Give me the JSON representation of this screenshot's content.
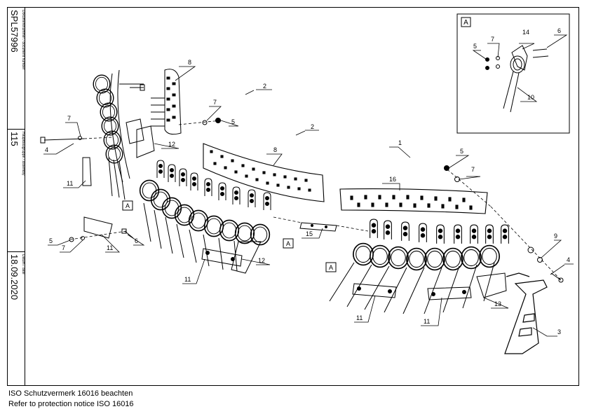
{
  "side_panel": {
    "doc_label": "Dokumentnummer / document number",
    "doc_value": "SPL57996",
    "assembly_label": "Hauptbaugruppe / assembly",
    "assembly_value": "115",
    "date_label": "Datum / date",
    "date_value": "18.09.2020"
  },
  "callouts": {
    "c1": "1",
    "c2a": "2",
    "c2b": "2",
    "c3": "3",
    "c4a": "4",
    "c4b": "4",
    "c5a": "5",
    "c5b": "5",
    "c5c": "5",
    "c5d": "5",
    "c6a": "6",
    "c6b": "6",
    "c7a": "7",
    "c7b": "7",
    "c7c": "7",
    "c7d": "7",
    "c7e": "7",
    "c8a": "8",
    "c8b": "8",
    "c9": "9",
    "c10": "10",
    "c11a": "11",
    "c11b": "11",
    "c11c": "11",
    "c11d": "11",
    "c11e": "11",
    "c12a": "12",
    "c12b": "12",
    "c13": "13",
    "c14": "14",
    "c15": "15",
    "c16": "16",
    "A1": "A",
    "A2": "A",
    "A3": "A",
    "A_detail": "A"
  },
  "footer": {
    "line1": "ISO Schutzvermerk 16016 beachten",
    "line2": "Refer to protection notice ISO 16016"
  }
}
